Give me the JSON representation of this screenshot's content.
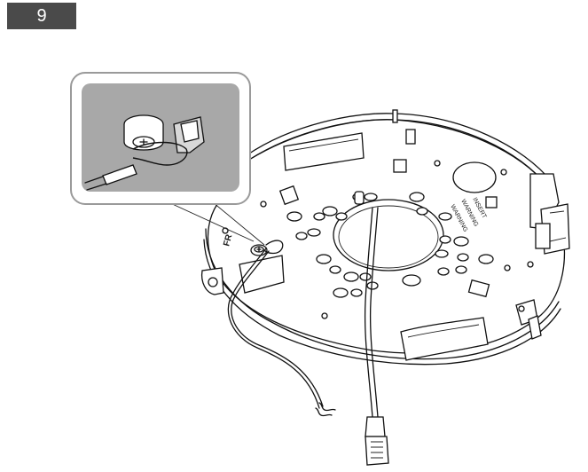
{
  "step": {
    "number": "9"
  },
  "plate": {
    "edge_text_1": "FR",
    "pcb_text_1": "WARNING",
    "pcb_text_2": "WARNING",
    "pcb_text_3": "INSERT"
  },
  "colors": {
    "badge": "#4a4a4a",
    "inset_bg": "#a8a8a8",
    "line": "#111111"
  }
}
